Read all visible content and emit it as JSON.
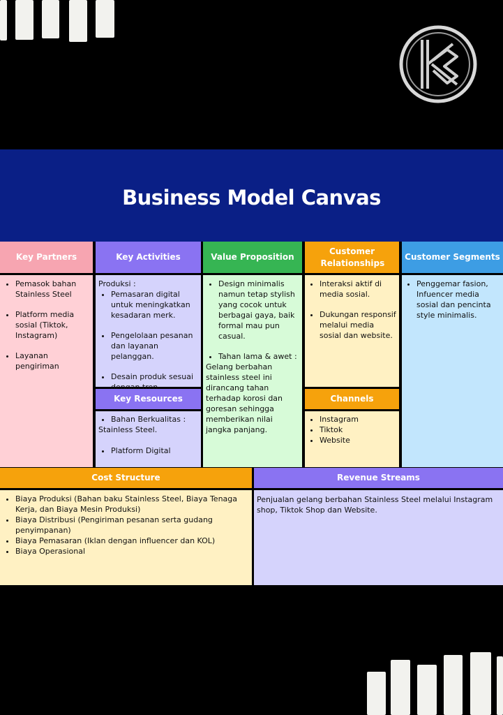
{
  "title": "Business Model Canvas",
  "logo_icon": "k-monogram-logo",
  "colors": {
    "banner": "#0a1f86",
    "key_partners": "#f7a5b1",
    "key_activities": "#8a73f2",
    "value_proposition": "#36b553",
    "customer_relationships": "#f6a20c",
    "customer_segments": "#3d9de4"
  },
  "key_partners": {
    "header": "Key Partners",
    "items": [
      "Pemasok bahan Stainless Steel",
      "Platform media sosial (Tiktok, Instagram)",
      "Layanan pengiriman"
    ]
  },
  "key_activities": {
    "header": "Key Activities",
    "intro": "Produksi :",
    "items": [
      "Pemasaran digital untuk meningkatkan kesadaran merk.",
      "Pengelolaan pesanan dan layanan pelanggan.",
      "Desain produk sesuai dengan tren."
    ]
  },
  "key_resources": {
    "header": "Key Resources",
    "item1": "Bahan Berkualitas :",
    "item1_cont": "Stainless Steel.",
    "item2": "Platform Digital"
  },
  "value_proposition": {
    "header": "Value Proposition",
    "item1": "Design minimalis namun tetap stylish yang cocok untuk berbagai gaya, baik formal mau pun casual.",
    "item2": "Tahan lama & awet :",
    "item2_cont": "Gelang berbahan stainless steel ini dirancang tahan terhadap korosi dan goresan sehingga memberikan nilai jangka panjang."
  },
  "customer_relationships": {
    "header": "Customer Relationships",
    "items": [
      "Interaksi aktif di media sosial.",
      "Dukungan responsif melalui media sosial dan website."
    ]
  },
  "channels": {
    "header": "Channels",
    "items": [
      "Instagram",
      "Tiktok",
      "Website"
    ]
  },
  "customer_segments": {
    "header": "Customer Segments",
    "items": [
      "Penggemar fasion, Infuencer media sosial dan pencinta style minimalis."
    ]
  },
  "cost_structure": {
    "header": "Cost Structure",
    "items": [
      "Biaya Produksi (Bahan baku Stainless Steel, Biaya Tenaga Kerja, dan Biaya Mesin Produksi)",
      "Biaya Distribusi (Pengiriman pesanan serta gudang penyimpanan)",
      "Biaya Pemasaran (Iklan dengan influencer dan KOL)",
      "Biaya Operasional"
    ]
  },
  "revenue_streams": {
    "header": "Revenue Streams",
    "text": "Penjualan gelang berbahan Stainless Steel melalui Instagram shop, Tiktok Shop dan Website."
  }
}
